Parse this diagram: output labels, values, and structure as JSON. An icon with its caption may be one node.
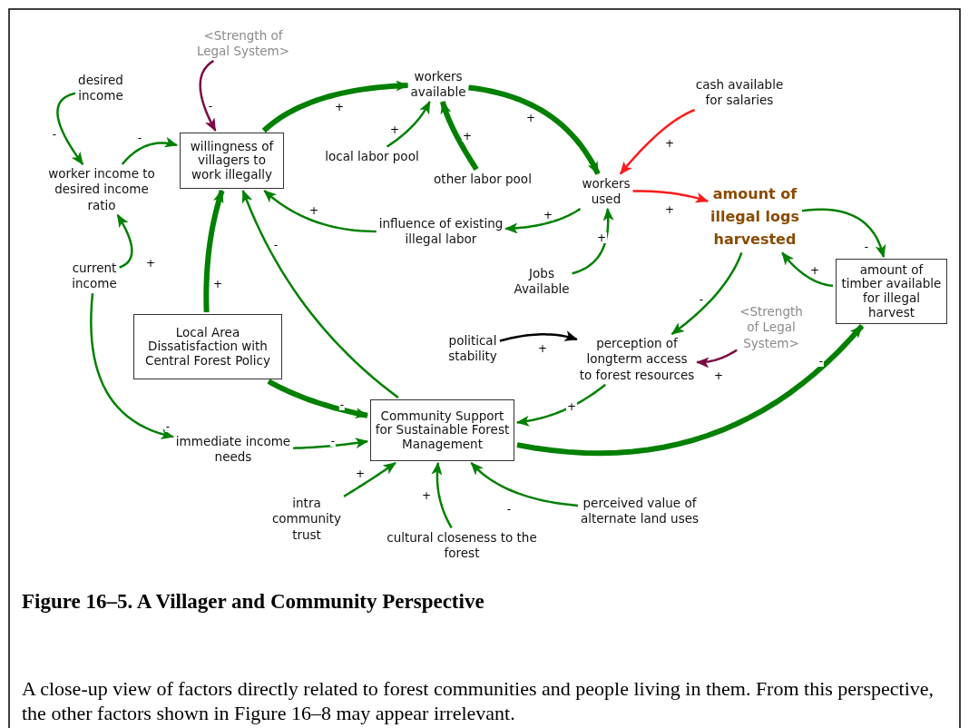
{
  "diagram": {
    "title": "Figure 16–5.  A Villager and Community Perspective",
    "caption": "A close-up view of factors directly related to forest communities and people living in them. From this perspective, the other factors shown in Figure 16–8 may appear irrelevant.",
    "nodes": [
      {
        "text": [
          "<Strength of Legal System>"
        ]
      },
      {
        "text": [
          "desired income"
        ]
      },
      {
        "text": [
          "willingness of villagers to work illegally"
        ]
      },
      {
        "text": [
          "workers available"
        ]
      },
      {
        "text": [
          "cash available for salaries"
        ]
      },
      {
        "text": [
          "worker income to desired income ratio"
        ]
      },
      {
        "text": [
          "local labor pool"
        ]
      },
      {
        "text": [
          "other labor pool"
        ]
      },
      {
        "text": [
          "workers used"
        ]
      },
      {
        "text": [
          "amount of illegal logs harvested"
        ]
      },
      {
        "text": [
          "influence of existing illegal labor"
        ]
      },
      {
        "text": [
          "current income"
        ]
      },
      {
        "text": [
          "Jobs Available"
        ]
      },
      {
        "text": [
          "amount of timber available for illegal harvest"
        ]
      },
      {
        "text": [
          "Local Area Dissatisfaction with Central Forest Policy"
        ]
      },
      {
        "text": [
          "<Strength of Legal System>"
        ]
      },
      {
        "text": [
          "political stability"
        ]
      },
      {
        "text": [
          "perception of longterm access to forest resources"
        ]
      },
      {
        "text": [
          "Community Support for Sustainable Forest Management"
        ]
      },
      {
        "text": [
          "immediate income needs"
        ]
      },
      {
        "text": [
          "intra community trust"
        ]
      },
      {
        "text": [
          "cultural closeness to the forest"
        ]
      },
      {
        "text": [
          "perceived value of alternate land uses"
        ]
      }
    ],
    "edges": [
      {
        "from": 0,
        "to": 2,
        "arrow": "to",
        "label": "-",
        "color": "#7b0a45"
      },
      {
        "from": 1,
        "to": 5,
        "arrow": "to",
        "label": "-"
      },
      {
        "from": 5,
        "to": 2,
        "arrow": "to",
        "label": "-"
      },
      {
        "from": 2,
        "to": 3,
        "arrow": "to",
        "label": "+",
        "style": "thick"
      },
      {
        "from": 6,
        "to": 3,
        "arrow": "to",
        "label": "+"
      },
      {
        "from": 7,
        "to": 3,
        "arrow": "to",
        "label": "+",
        "style": "thick"
      },
      {
        "from": 3,
        "to": 8,
        "arrow": "to",
        "label": "+",
        "style": "thick"
      },
      {
        "from": 4,
        "to": 8,
        "arrow": "to",
        "label": "+",
        "color": "#ff1a1a"
      },
      {
        "from": 8,
        "to": 9,
        "arrow": "to",
        "label": "+",
        "color": "#ff1a1a"
      },
      {
        "from": 8,
        "to": 10,
        "arrow": "to",
        "label": "+"
      },
      {
        "from": 10,
        "to": 2,
        "arrow": "to",
        "label": "+"
      },
      {
        "from": 12,
        "to": 8,
        "arrow": "to",
        "label": "+"
      },
      {
        "from": 9,
        "to": 13,
        "arrow": "to",
        "label": "-"
      },
      {
        "from": 13,
        "to": 9,
        "arrow": "to",
        "label": "+"
      },
      {
        "from": 9,
        "to": 17,
        "arrow": "to",
        "label": "-"
      },
      {
        "from": 11,
        "to": 5,
        "arrow": "to",
        "label": "+"
      },
      {
        "from": 11,
        "to": 19,
        "arrow": "to",
        "label": "-"
      },
      {
        "from": 14,
        "to": 2,
        "arrow": "to",
        "label": "+",
        "style": "thick"
      },
      {
        "from": 18,
        "to": 2,
        "arrow": "to",
        "label": "-"
      },
      {
        "from": 14,
        "to": 18,
        "arrow": "to",
        "label": "-",
        "style": "thick"
      },
      {
        "from": 19,
        "to": 18,
        "arrow": "to",
        "label": "-"
      },
      {
        "from": 16,
        "to": 17,
        "arrow": "to",
        "label": "+",
        "color": "#000000"
      },
      {
        "from": 15,
        "to": 17,
        "arrow": "to",
        "label": "+",
        "color": "#7b0a45"
      },
      {
        "from": 17,
        "to": 18,
        "arrow": "to",
        "label": "+"
      },
      {
        "from": 18,
        "to": 13,
        "arrow": "to",
        "label": "-",
        "style": "thick"
      },
      {
        "from": 20,
        "to": 18,
        "arrow": "to",
        "label": "+"
      },
      {
        "from": 21,
        "to": 18,
        "arrow": "to",
        "label": "+"
      },
      {
        "from": 22,
        "to": 18,
        "arrow": "to",
        "label": "-"
      }
    ]
  }
}
